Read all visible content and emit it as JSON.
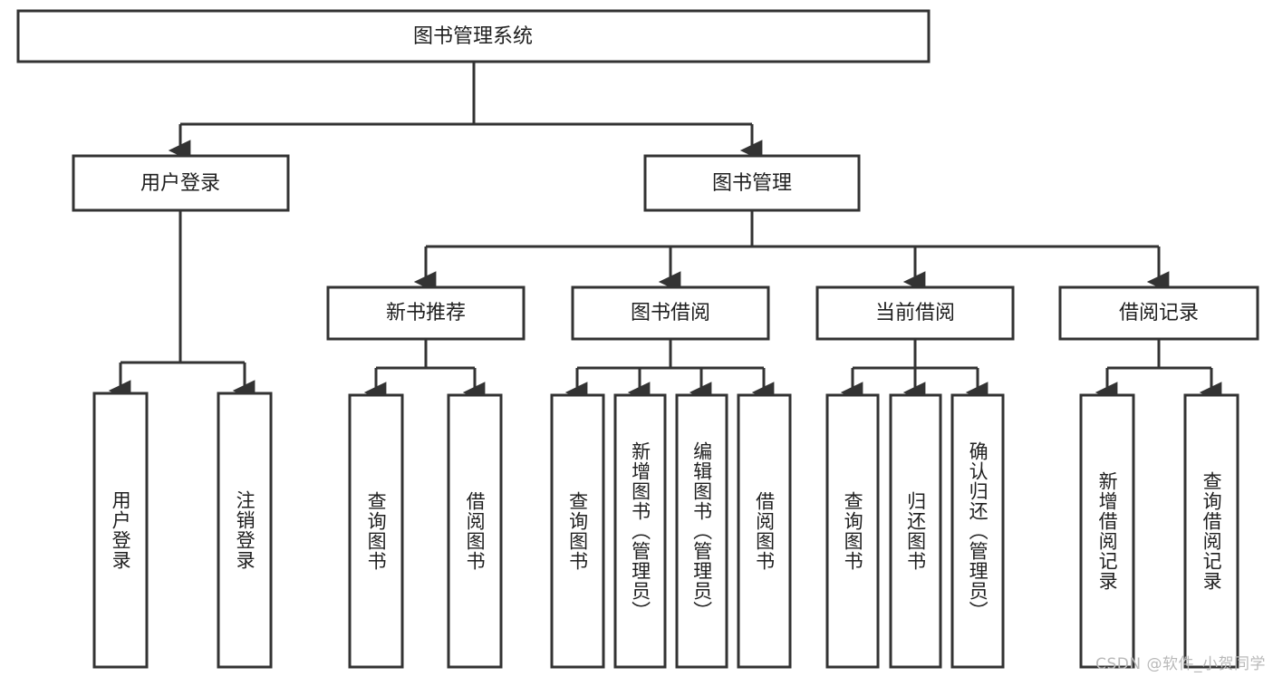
{
  "diagram": {
    "type": "hierarchy-tree",
    "title_node": {
      "id": "root",
      "label": "图书管理系统",
      "orientation": "horizontal"
    },
    "level2": [
      {
        "id": "user-login",
        "label": "用户登录",
        "orientation": "horizontal"
      },
      {
        "id": "book-manage",
        "label": "图书管理",
        "orientation": "horizontal"
      }
    ],
    "level3": [
      {
        "id": "new-book-rec",
        "label": "新书推荐",
        "orientation": "horizontal",
        "parent": "book-manage"
      },
      {
        "id": "book-borrow",
        "label": "图书借阅",
        "orientation": "horizontal",
        "parent": "book-manage"
      },
      {
        "id": "current-borrow",
        "label": "当前借阅",
        "orientation": "horizontal",
        "parent": "book-manage"
      },
      {
        "id": "borrow-record",
        "label": "借阅记录",
        "orientation": "horizontal",
        "parent": "book-manage"
      }
    ],
    "leaves": [
      {
        "id": "leaf-user-login",
        "label": "用户登录",
        "parent": "user-login",
        "orientation": "vertical"
      },
      {
        "id": "leaf-logout",
        "label": "注销登录",
        "parent": "user-login",
        "orientation": "vertical"
      },
      {
        "id": "leaf-query-book-1",
        "label": "查询图书",
        "parent": "new-book-rec",
        "orientation": "vertical"
      },
      {
        "id": "leaf-borrow-book-1",
        "label": "借阅图书",
        "parent": "new-book-rec",
        "orientation": "vertical"
      },
      {
        "id": "leaf-query-book-2",
        "label": "查询图书",
        "parent": "book-borrow",
        "orientation": "vertical"
      },
      {
        "id": "leaf-add-book",
        "label": "新增图书（管理员）",
        "parent": "book-borrow",
        "orientation": "vertical"
      },
      {
        "id": "leaf-edit-book",
        "label": "编辑图书（管理员）",
        "parent": "book-borrow",
        "orientation": "vertical"
      },
      {
        "id": "leaf-borrow-book-2",
        "label": "借阅图书",
        "parent": "book-borrow",
        "orientation": "vertical"
      },
      {
        "id": "leaf-query-book-3",
        "label": "查询图书",
        "parent": "current-borrow",
        "orientation": "vertical"
      },
      {
        "id": "leaf-return-book",
        "label": "归还图书",
        "parent": "current-borrow",
        "orientation": "vertical"
      },
      {
        "id": "leaf-confirm-return",
        "label": "确认归还（管理员）",
        "parent": "current-borrow",
        "orientation": "vertical"
      },
      {
        "id": "leaf-add-record",
        "label": "新增借阅记录",
        "parent": "borrow-record",
        "orientation": "vertical"
      },
      {
        "id": "leaf-query-record",
        "label": "查询借阅记录",
        "parent": "borrow-record",
        "orientation": "vertical"
      }
    ],
    "colors": {
      "box_stroke": "#333333",
      "box_fill": "#ffffff",
      "text": "#1f1f1f",
      "connector": "#333333",
      "watermark": "#b9b9b9",
      "background": "#ffffff"
    }
  },
  "watermark": {
    "text": "CSDN @软件_小贺同学"
  }
}
